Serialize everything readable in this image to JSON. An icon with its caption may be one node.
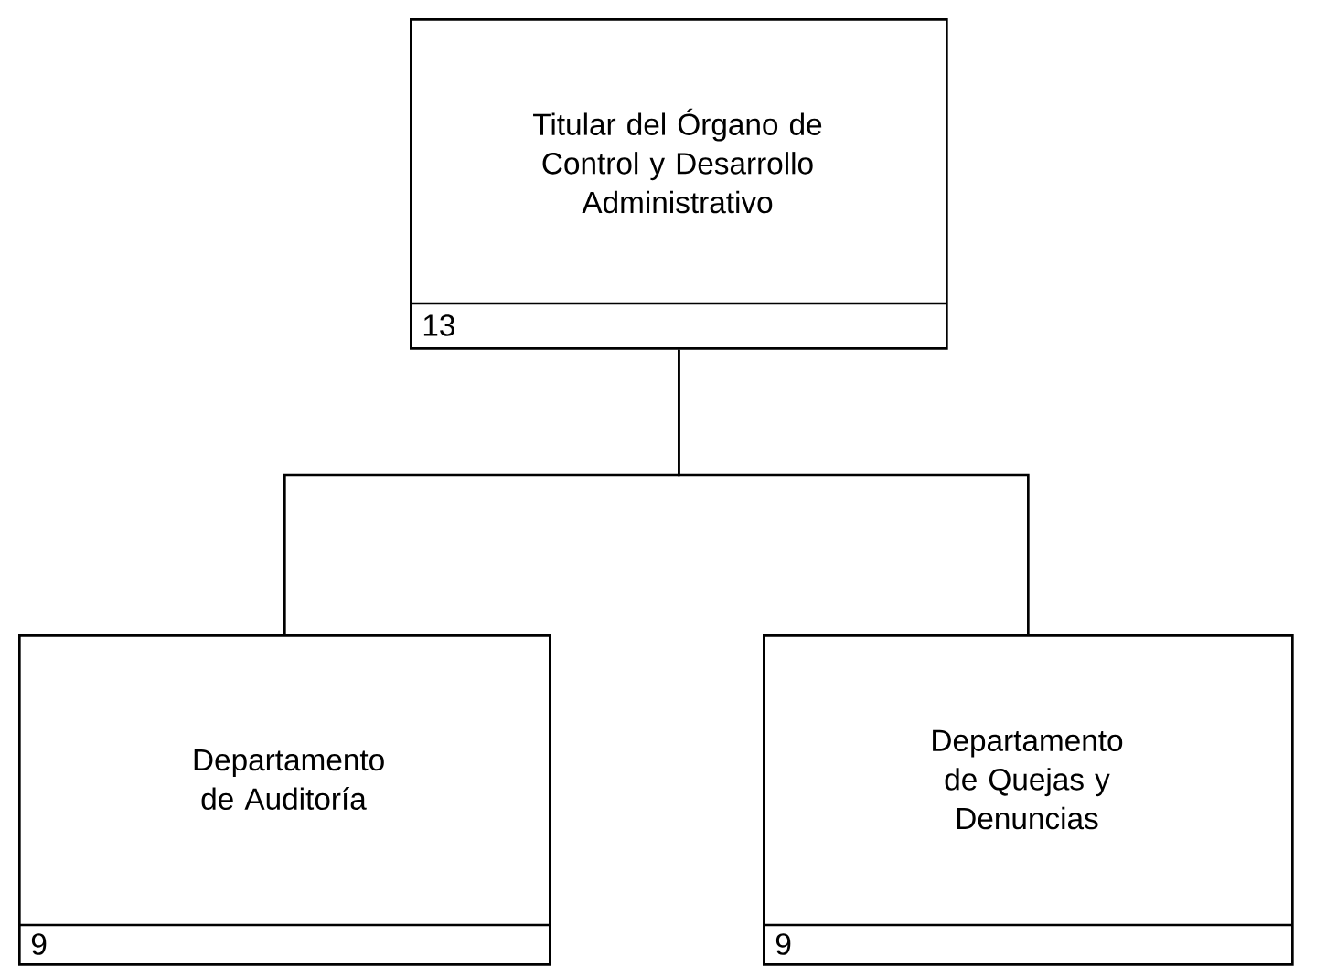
{
  "diagram": {
    "nodes": [
      {
        "text": [
          "Titular del Órgano de Control y Desarrollo Administrativo",
          "13"
        ]
      },
      {
        "text": [
          "Departamento de Auditoría",
          "9"
        ]
      },
      {
        "text": [
          "Departamento de Quejas y Denuncias",
          "9"
        ]
      }
    ],
    "edges": [
      {
        "from": 0,
        "to": 1,
        "arrow": "none"
      },
      {
        "from": 0,
        "to": 2,
        "arrow": "none"
      }
    ]
  }
}
